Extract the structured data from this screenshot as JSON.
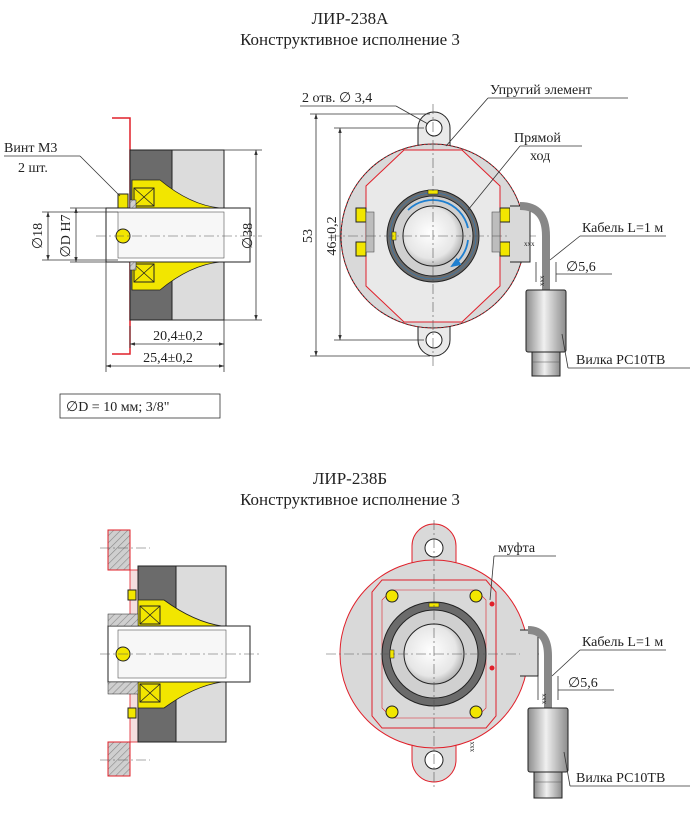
{
  "section_a": {
    "title": "ЛИР-238А",
    "subtitle": "Конструктивное исполнение 3",
    "screw_label_1": "Винт М3",
    "screw_label_2": "2 шт.",
    "dia_18": "∅18",
    "dia_d": "∅D H7",
    "dia_38": "∅38",
    "dim_inner": "20,4±0,2",
    "dim_outer": "25,4±0,2",
    "bore_note": "∅D = 10 мм; 3/8\"",
    "holes_label": "2 отв. ∅ 3,4",
    "elastic_label": "Упругий элемент",
    "stroke_label_1": "Прямой",
    "stroke_label_2": "ход",
    "dim_53": "53",
    "dim_46": "46±0,2",
    "cable_label": "Кабель L=1 м",
    "cable_dia": "∅5,6",
    "plug_label": "Вилка РС10ТВ",
    "xxx_mark": "xxx"
  },
  "section_b": {
    "title": "ЛИР-238Б",
    "subtitle": "Конструктивное исполнение 3",
    "coupling_label": "муфта",
    "cable_label": "Кабель L=1 м",
    "cable_dia": "∅5,6",
    "plug_label": "Вилка РС10ТВ",
    "xxx_mark": "xxx"
  },
  "colors": {
    "housing": "#d9d9d9",
    "bearing_dark": "#6b6b6b",
    "seal_yellow": "#f2e600",
    "accent_red": "#e0202a",
    "arrow_blue": "#1e7fd0",
    "flange_pink": "#f4dede"
  }
}
